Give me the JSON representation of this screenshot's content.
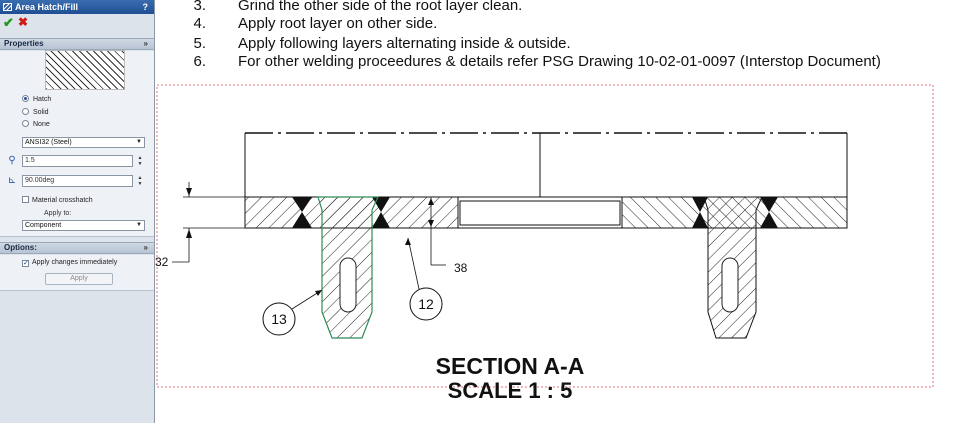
{
  "pm": {
    "title": "Area Hatch/Fill",
    "help": "?",
    "ok_icon": "✔",
    "cancel_icon": "✖",
    "properties": {
      "header": "Properties",
      "collapse_icon": "»",
      "fill_type_options": [
        {
          "label": "Hatch",
          "selected": true
        },
        {
          "label": "Solid",
          "selected": false
        },
        {
          "label": "None",
          "selected": false
        }
      ],
      "pattern": "ANSI32 (Steel)",
      "scale": "1.5",
      "angle": "90.00deg",
      "material_crosshatch_label": "Material crosshatch",
      "material_crosshatch_checked": false,
      "apply_to_label": "Apply to:",
      "apply_to_value": "Component"
    },
    "options": {
      "header": "Options:",
      "collapse_icon": "»",
      "apply_immediately_label": "Apply changes immediately",
      "apply_immediately_checked": true,
      "apply_button": "Apply"
    }
  },
  "notes": [
    {
      "num": "3.",
      "text": "Grind the other side of the root layer clean."
    },
    {
      "num": "4.",
      "text": "Apply root layer on other side."
    },
    {
      "num": "5.",
      "text": "Apply following layers alternating inside & outside."
    },
    {
      "num": "6.",
      "text": "For other welding proceedures & details refer PSG Drawing 10-02-01-0097 (Interstop Document)"
    }
  ],
  "drawing": {
    "dim_left": "32",
    "dim_right": "38",
    "balloon_left": "13",
    "balloon_right": "12",
    "section_title": "SECTION A-A",
    "section_scale": "SCALE 1 : 5"
  }
}
